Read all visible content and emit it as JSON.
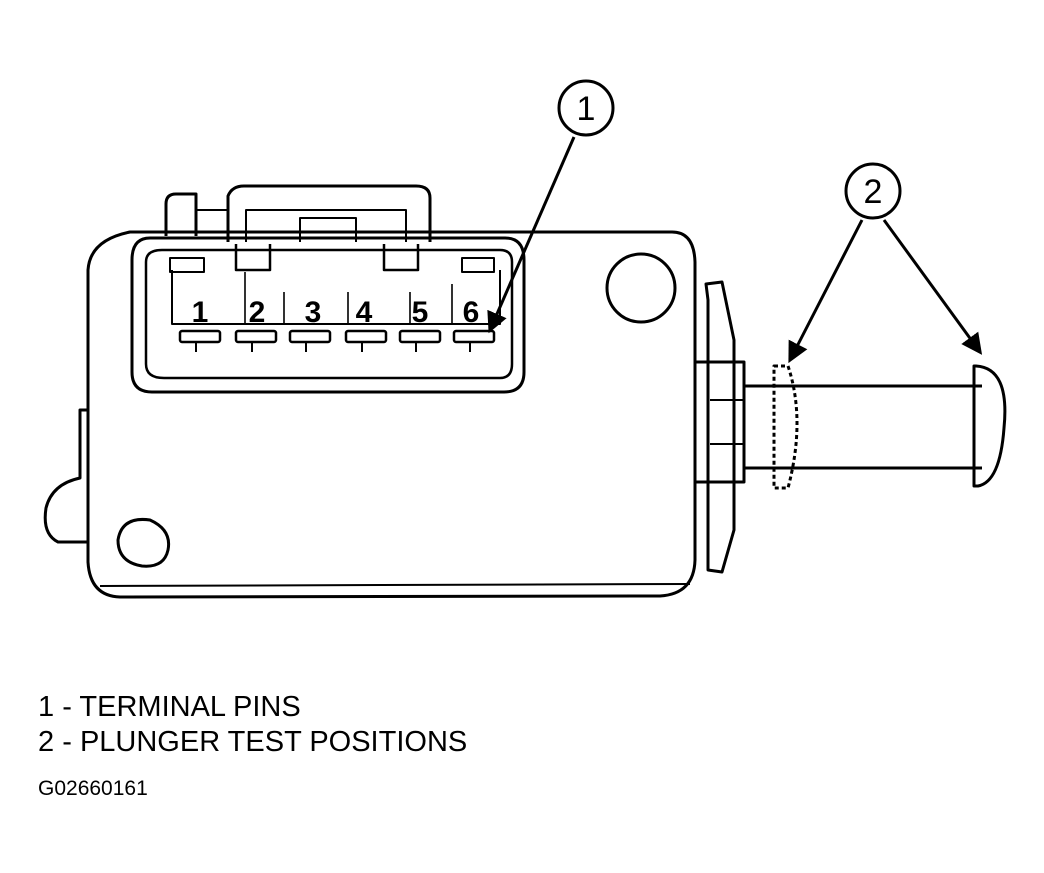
{
  "diagram": {
    "pins": [
      "1",
      "2",
      "3",
      "4",
      "5",
      "6"
    ],
    "callouts": [
      "1",
      "2"
    ]
  },
  "legend": [
    {
      "number": "1",
      "separator": "-",
      "label": "TERMINAL PINS"
    },
    {
      "number": "2",
      "separator": "-",
      "label": "PLUNGER TEST POSITIONS"
    }
  ],
  "figure_id": "G02660161"
}
